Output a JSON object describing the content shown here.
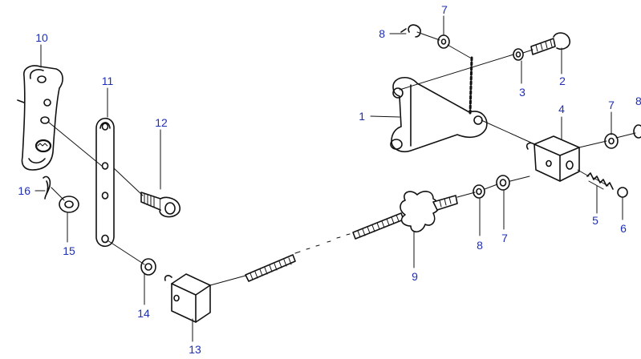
{
  "diagram": {
    "colors": {
      "callout": "#1f2fb4",
      "line": "#111111",
      "fill": "#ffffff"
    },
    "labels": [
      "1",
      "2",
      "3",
      "4",
      "5",
      "6",
      "7",
      "7",
      "7",
      "8",
      "8",
      "8",
      "9",
      "10",
      "11",
      "12",
      "13",
      "14",
      "15",
      "16"
    ]
  }
}
